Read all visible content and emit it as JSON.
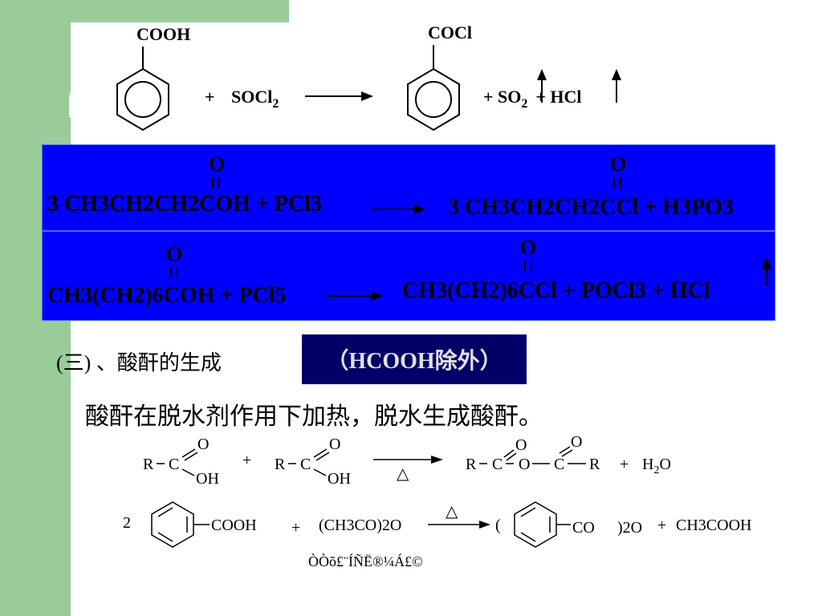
{
  "reaction1": {
    "reactant_group": "COOH",
    "plus": "+",
    "reagent": "SOCl",
    "reagent_sub": "2",
    "product_group": "COCl",
    "byproducts": "+  SO",
    "so2_sub": "2",
    "plus2": "+  HCl"
  },
  "reaction2": {
    "o_label": "O",
    "left_formula": "3 CH3CH2CH2COH  +  PCl3",
    "right_formula": "3 CH3CH2CH2CCl  +  H3PO3"
  },
  "reaction3": {
    "o_label": "O",
    "left_formula": "CH3(CH2)6COH  +  PCl5",
    "right_formula": "CH3(CH2)6CCl   +  POCl3  +  HCl"
  },
  "section": {
    "heading": "(三) 、酸酐的生成",
    "badge": "（HCOOH除外）",
    "sentence": "酸酐在脱水剂作用下加热，脱水生成酸酐。"
  },
  "reaction4": {
    "r": "R",
    "c": "C",
    "o": "O",
    "oh": "OH",
    "plus": "+",
    "delta": "△",
    "water": "H",
    "water_sub": "2",
    "water_o": "O"
  },
  "reaction5": {
    "coeff": "2",
    "acid": "COOH",
    "plus": "+",
    "anhydride": "(CH3CO)2O",
    "delta": "△",
    "paren_open": "(",
    "co": "CO",
    "paren_close": ")2O",
    "plus2": "+",
    "acetic": "CH3COOH"
  },
  "footer": "ÒÒõ£¨ÍÑË®¼Á£©"
}
